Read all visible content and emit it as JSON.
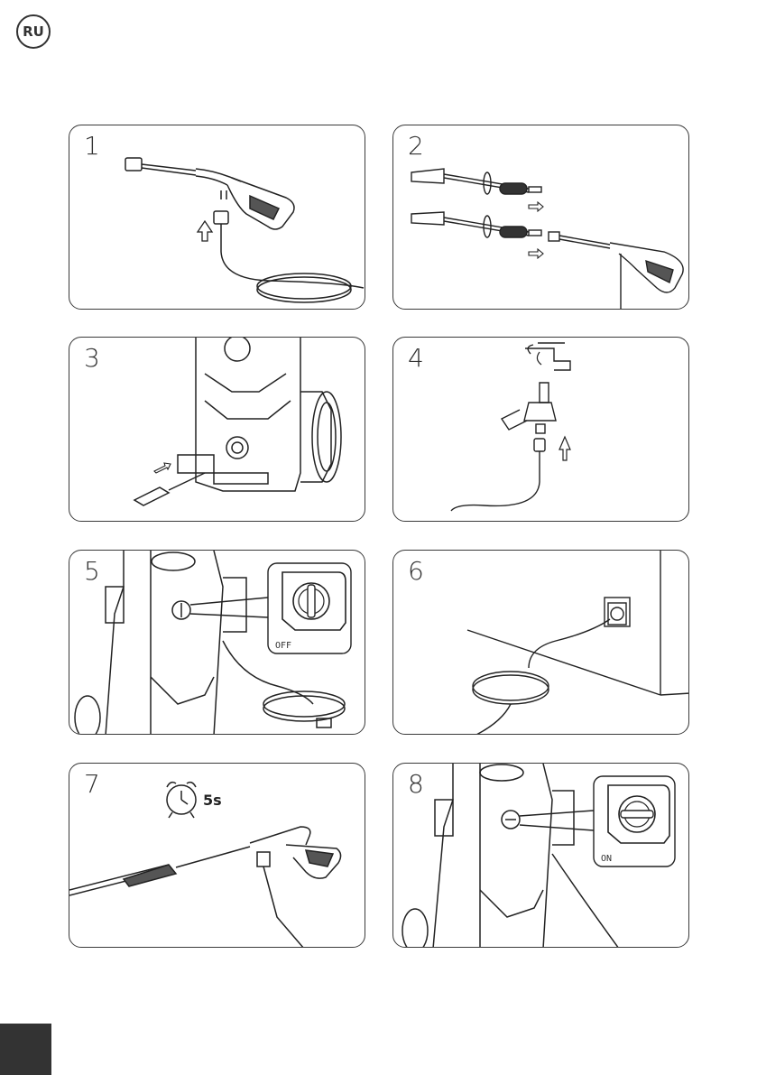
{
  "language_badge": "RU",
  "steps": [
    {
      "number": "1"
    },
    {
      "number": "2"
    },
    {
      "number": "3"
    },
    {
      "number": "4"
    },
    {
      "number": "5",
      "inset_label": "OFF"
    },
    {
      "number": "6"
    },
    {
      "number": "7",
      "timer": "5s"
    },
    {
      "number": "8",
      "inset_label": "ON"
    }
  ]
}
